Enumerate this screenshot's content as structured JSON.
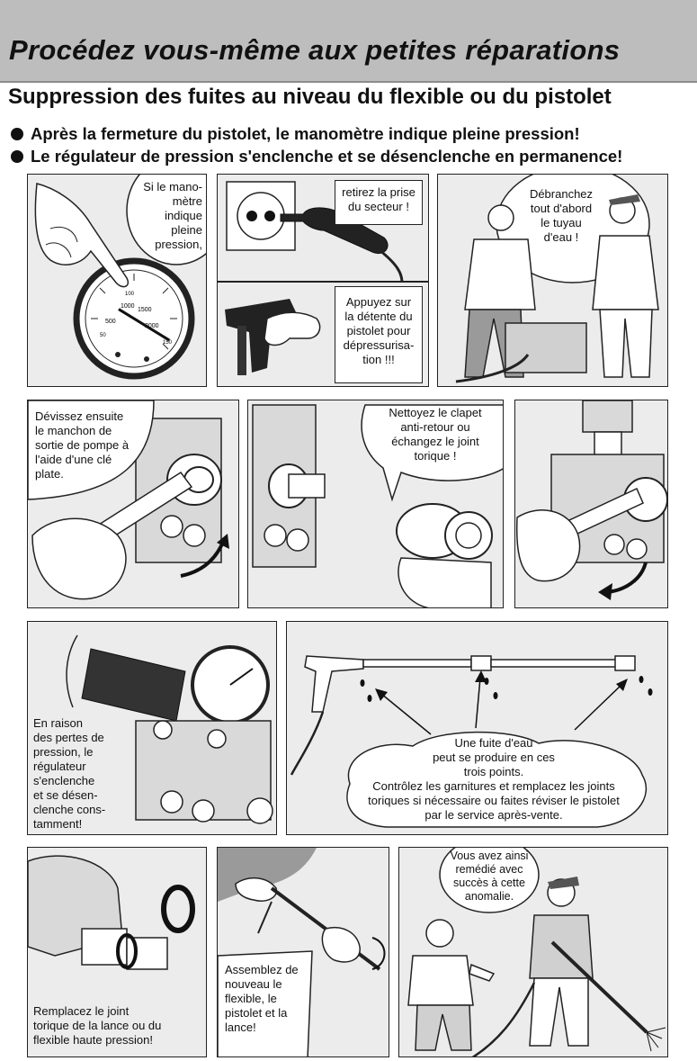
{
  "header": {
    "title": "Procédez vous-même aux petites réparations",
    "subtitle": "Suppression des fuites au niveau du flexible ou du pistolet"
  },
  "symptoms": [
    "Après la fermeture du pistolet, le manomètre indique pleine pression!",
    "Le régulateur de pression s'enclenche et se désenclenche en permanence!"
  ],
  "steps": {
    "gauge": [
      "Si le mano-",
      "mètre",
      "indique",
      "pleine",
      "pression,"
    ],
    "plug": [
      "retirez la prise",
      "du secteur !"
    ],
    "trigger": [
      "Appuyez sur",
      "la détente du",
      "pistolet pour",
      "dépressurisa-",
      "tion !!!"
    ],
    "hose": [
      "Débranchez",
      "tout d'abord",
      "le tuyau",
      "d'eau !"
    ],
    "unscrew": [
      "Dévissez ensuite",
      "le manchon de",
      "sortie de pompe à",
      "l'aide d'une clé",
      "plate."
    ],
    "valve": [
      "Nettoyez le clapet",
      "anti-retour ou",
      "échangez le joint",
      "torique !"
    ],
    "regulator": [
      "En raison",
      "des pertes de",
      "pression, le",
      "régulateur",
      "s'enclenche",
      "et se désen-",
      "clenche cons-",
      "tamment!"
    ],
    "leak": [
      "Une fuite d'eau",
      "peut se produire en ces",
      "trois points.",
      "Contrôlez les garnitures et remplacez les joints",
      "toriques si nécessaire ou faites réviser le pistolet",
      "par le service après-vente."
    ],
    "oring": [
      "Remplacez le joint",
      "torique de la lance ou du",
      "flexible haute pression!"
    ],
    "assemble": [
      "Assemblez de",
      "nouveau le",
      "flexible, le",
      "pistolet et la",
      "lance!"
    ],
    "done": [
      "Vous avez ainsi",
      "remédié avec",
      "succès à cette",
      "anomalie."
    ]
  },
  "gauge_dial": {
    "labels": [
      "1000",
      "1500",
      "2000",
      "500",
      "100",
      "50",
      "150"
    ],
    "needle_fraction": 0.95
  },
  "colors": {
    "header_band": "#bdbdbd",
    "panel_bg": "#ececec",
    "ink": "#111111"
  }
}
